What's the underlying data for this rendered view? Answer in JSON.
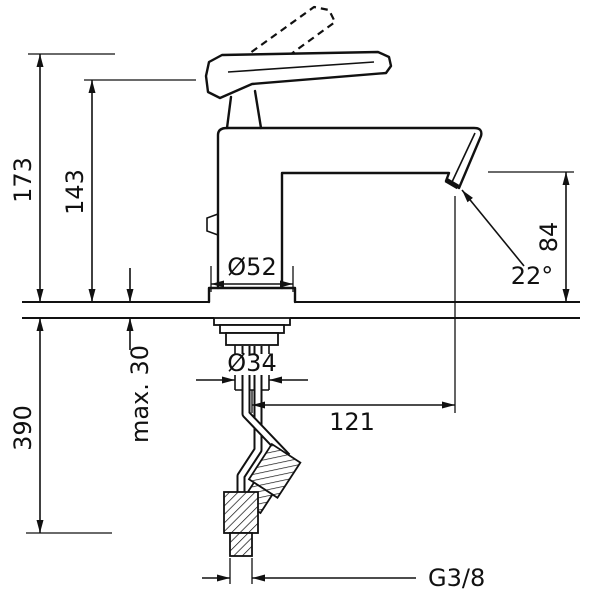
{
  "drawing": {
    "type": "technical-dimension-drawing",
    "subject": "single-lever basin mixer faucet, side elevation with installation dimensions",
    "colors": {
      "line": "#111111",
      "background": "#ffffff"
    },
    "labels": {
      "height_total": "173",
      "height_body": "143",
      "height_below_deck": "390",
      "deck_thickness_max": "max. 30",
      "base_diameter": "Ø52",
      "shank_diameter": "Ø34",
      "outlet_height": "84",
      "spray_angle": "22°",
      "outlet_reach": "121",
      "connection_thread": "G3/8"
    }
  }
}
